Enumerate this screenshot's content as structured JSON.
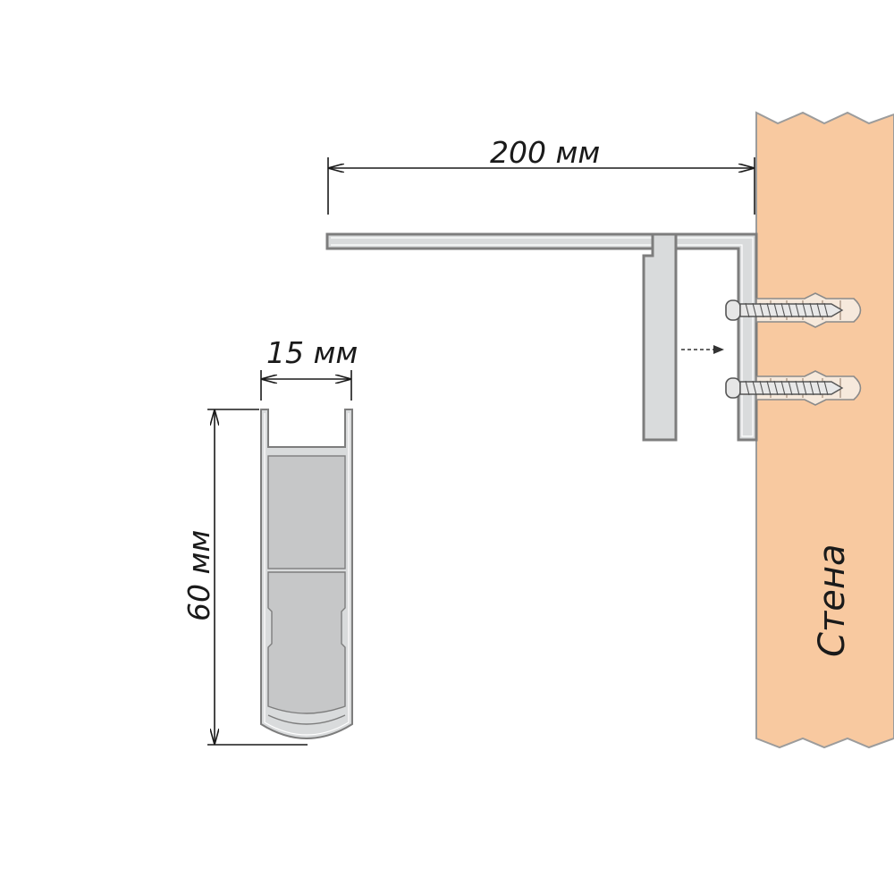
{
  "labels": {
    "width_top": "200 мм",
    "width_profile": "15 мм",
    "height_profile": "60 мм",
    "wall": "Стена"
  },
  "colors": {
    "wall_fill": "#f8c9a0",
    "wall_stroke": "#9c9c9c",
    "profile_fill": "#d9dbdc",
    "profile_stroke": "#7d7d7d",
    "inner_fill": "#c6c7c8",
    "dimension_line": "#1a1a1a",
    "dowel_fill": "#f6e9dc"
  },
  "icons": {
    "screw": "screw-icon",
    "dowel": "dowel-icon",
    "arrow": "dashed-arrow-icon"
  }
}
